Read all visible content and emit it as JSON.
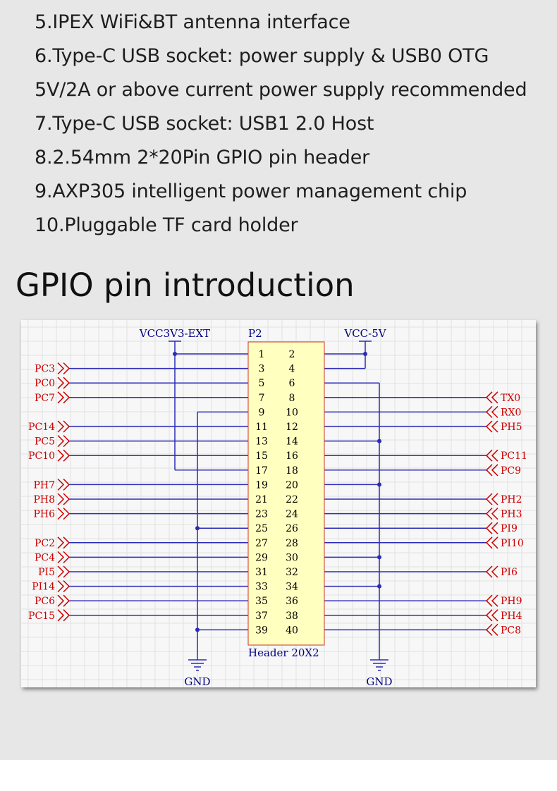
{
  "features": [
    "5.IPEX WiFi&BT antenna interface",
    "6.Type-C USB socket: power supply & USB0 OTG",
    "5V/2A or above current power supply recommended",
    "7.Type-C USB socket: USB1 2.0 Host",
    "8.2.54mm 2*20Pin GPIO pin header",
    "9.AXP305 intelligent power management chip",
    "10.Pluggable TF card holder"
  ],
  "section_title": "GPIO pin introduction",
  "schematic": {
    "designator": "P2",
    "part_name": "Header 20X2",
    "power_left": "VCC3V3-EXT",
    "power_right": "VCC-5V",
    "gnd_left": "GND",
    "gnd_right": "GND",
    "colors": {
      "net_label": "#cc0000",
      "wire": "#2b2bb8",
      "pin_number": "#000000",
      "title_text": "#000080",
      "grid": "#e2e2e2",
      "header_fill": "#ffffc0",
      "header_border": "#cc3333"
    },
    "rows": [
      {
        "odd": "1",
        "even": "2",
        "left": "",
        "right": ""
      },
      {
        "odd": "3",
        "even": "4",
        "left": "PC3",
        "right": ""
      },
      {
        "odd": "5",
        "even": "6",
        "left": "PC0",
        "right": ""
      },
      {
        "odd": "7",
        "even": "8",
        "left": "PC7",
        "right": "TX0"
      },
      {
        "odd": "9",
        "even": "10",
        "left": "",
        "right": "RX0"
      },
      {
        "odd": "11",
        "even": "12",
        "left": "PC14",
        "right": "PH5"
      },
      {
        "odd": "13",
        "even": "14",
        "left": "PC5",
        "right": ""
      },
      {
        "odd": "15",
        "even": "16",
        "left": "PC10",
        "right": "PC11"
      },
      {
        "odd": "17",
        "even": "18",
        "left": "",
        "right": "PC9"
      },
      {
        "odd": "19",
        "even": "20",
        "left": "PH7",
        "right": ""
      },
      {
        "odd": "21",
        "even": "22",
        "left": "PH8",
        "right": "PH2"
      },
      {
        "odd": "23",
        "even": "24",
        "left": "PH6",
        "right": "PH3"
      },
      {
        "odd": "25",
        "even": "26",
        "left": "",
        "right": "PI9"
      },
      {
        "odd": "27",
        "even": "28",
        "left": "PC2",
        "right": "PI10"
      },
      {
        "odd": "29",
        "even": "30",
        "left": "PC4",
        "right": ""
      },
      {
        "odd": "31",
        "even": "32",
        "left": "PI5",
        "right": "PI6"
      },
      {
        "odd": "33",
        "even": "34",
        "left": "PI14",
        "right": ""
      },
      {
        "odd": "35",
        "even": "36",
        "left": "PC6",
        "right": "PH9"
      },
      {
        "odd": "37",
        "even": "38",
        "left": "PC15",
        "right": "PH4"
      },
      {
        "odd": "39",
        "even": "40",
        "left": "",
        "right": "PC8"
      }
    ]
  }
}
